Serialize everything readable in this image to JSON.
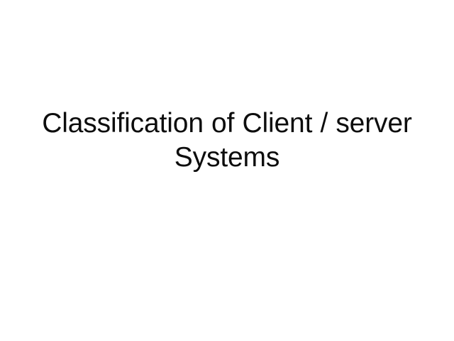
{
  "slide": {
    "background_color": "#ffffff",
    "text_color": "#0d0d0d",
    "title": "Classification of Client / server Systems",
    "title_line_1": "Classification of Client / server",
    "title_line_2": "Systems"
  }
}
